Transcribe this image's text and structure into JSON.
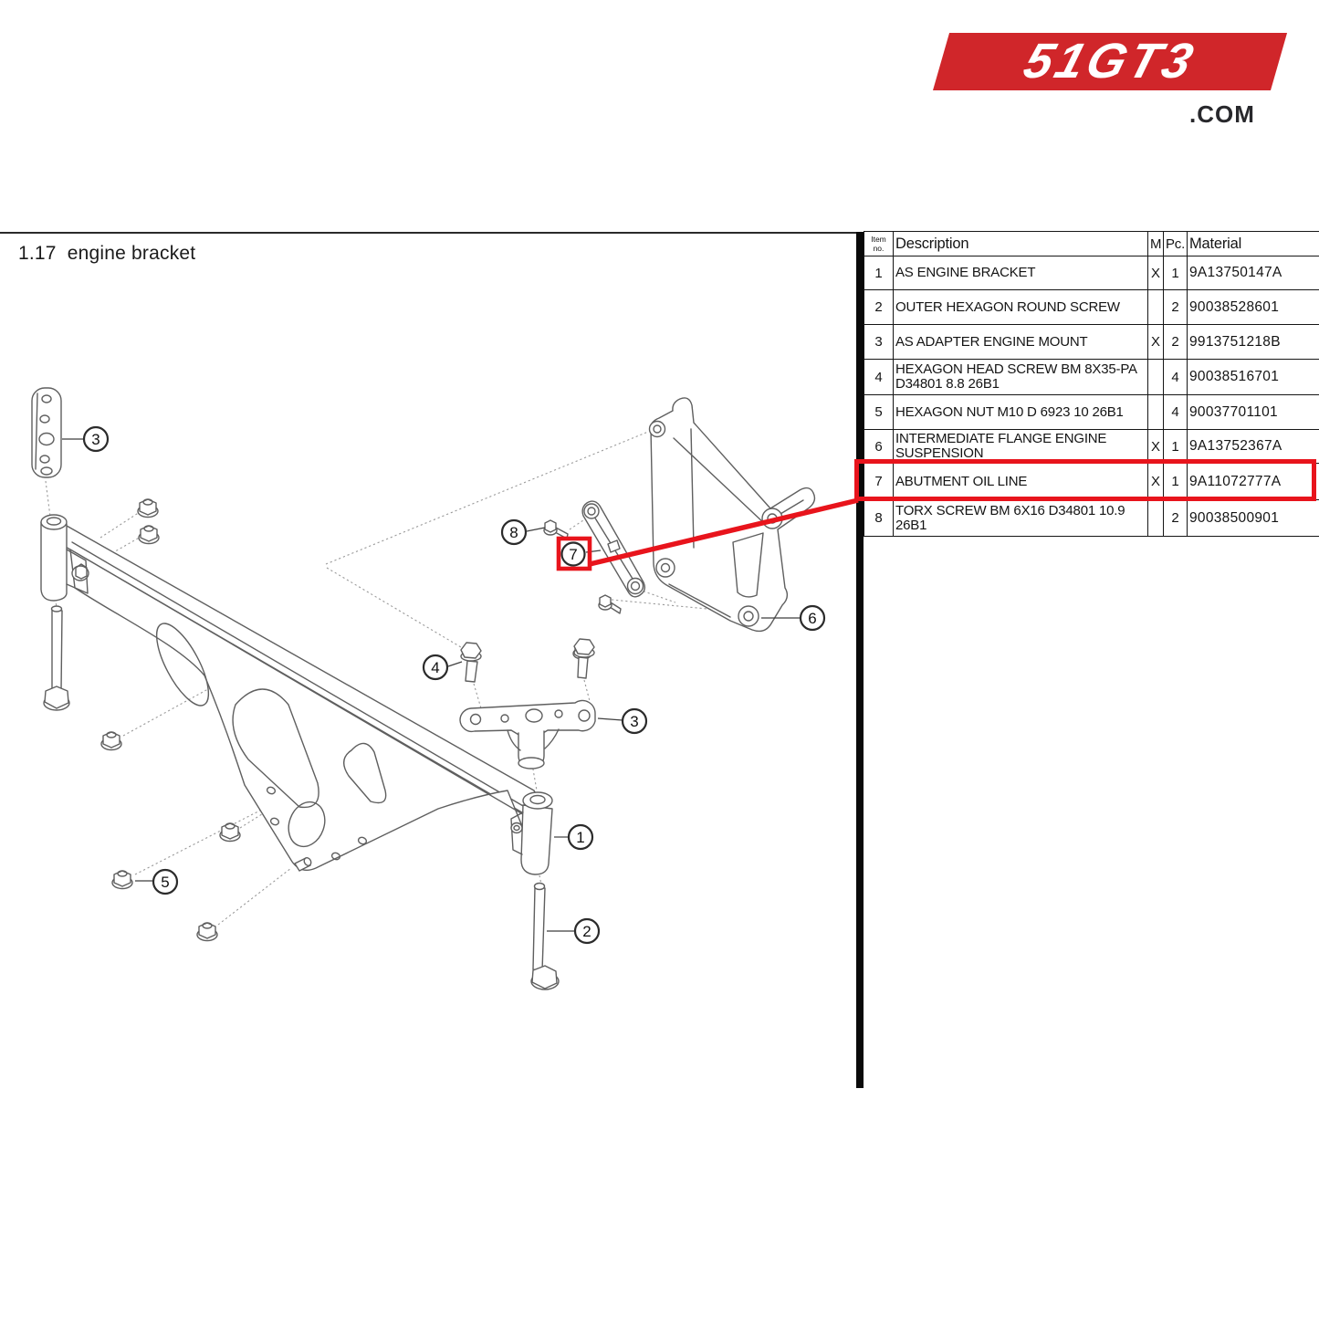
{
  "logo": {
    "brand": "51GT3",
    "tld": ".COM",
    "color": "#d0262a"
  },
  "page": {
    "title": "1.17  engine bracket"
  },
  "table": {
    "headers": {
      "item": "Item no.",
      "description": "Description",
      "m": "M",
      "pc": "Pc.",
      "material": "Material"
    },
    "rows": [
      {
        "item": "1",
        "description": "AS ENGINE BRACKET",
        "m": "X",
        "pc": "1",
        "material": "9A13750147A"
      },
      {
        "item": "2",
        "description": "OUTER HEXAGON ROUND SCREW",
        "m": "",
        "pc": "2",
        "material": "90038528601"
      },
      {
        "item": "3",
        "description": "AS ADAPTER ENGINE MOUNT",
        "m": "X",
        "pc": "2",
        "material": "9913751218B"
      },
      {
        "item": "4",
        "description": "HEXAGON HEAD SCREW BM 8X35-PA D34801 8.8 26B1",
        "m": "",
        "pc": "4",
        "material": "90038516701"
      },
      {
        "item": "5",
        "description": "HEXAGON NUT M10 D 6923 10 26B1",
        "m": "",
        "pc": "4",
        "material": "90037701101"
      },
      {
        "item": "6",
        "description": "INTERMEDIATE FLANGE ENGINE SUSPENSION",
        "m": "X",
        "pc": "1",
        "material": "9A13752367A"
      },
      {
        "item": "7",
        "description": "ABUTMENT OIL LINE",
        "m": "X",
        "pc": "1",
        "material": "9A11072777A"
      },
      {
        "item": "8",
        "description": "TORX SCREW BM 6X16 D34801 10.9 26B1",
        "m": "",
        "pc": "2",
        "material": "90038500901"
      }
    ]
  },
  "highlight": {
    "row": "7",
    "color": "#e8141c"
  },
  "callouts": [
    {
      "label": "3"
    },
    {
      "label": "8"
    },
    {
      "label": "7"
    },
    {
      "label": "6"
    },
    {
      "label": "4"
    },
    {
      "label": "3"
    },
    {
      "label": "1"
    },
    {
      "label": "5"
    },
    {
      "label": "2"
    }
  ]
}
